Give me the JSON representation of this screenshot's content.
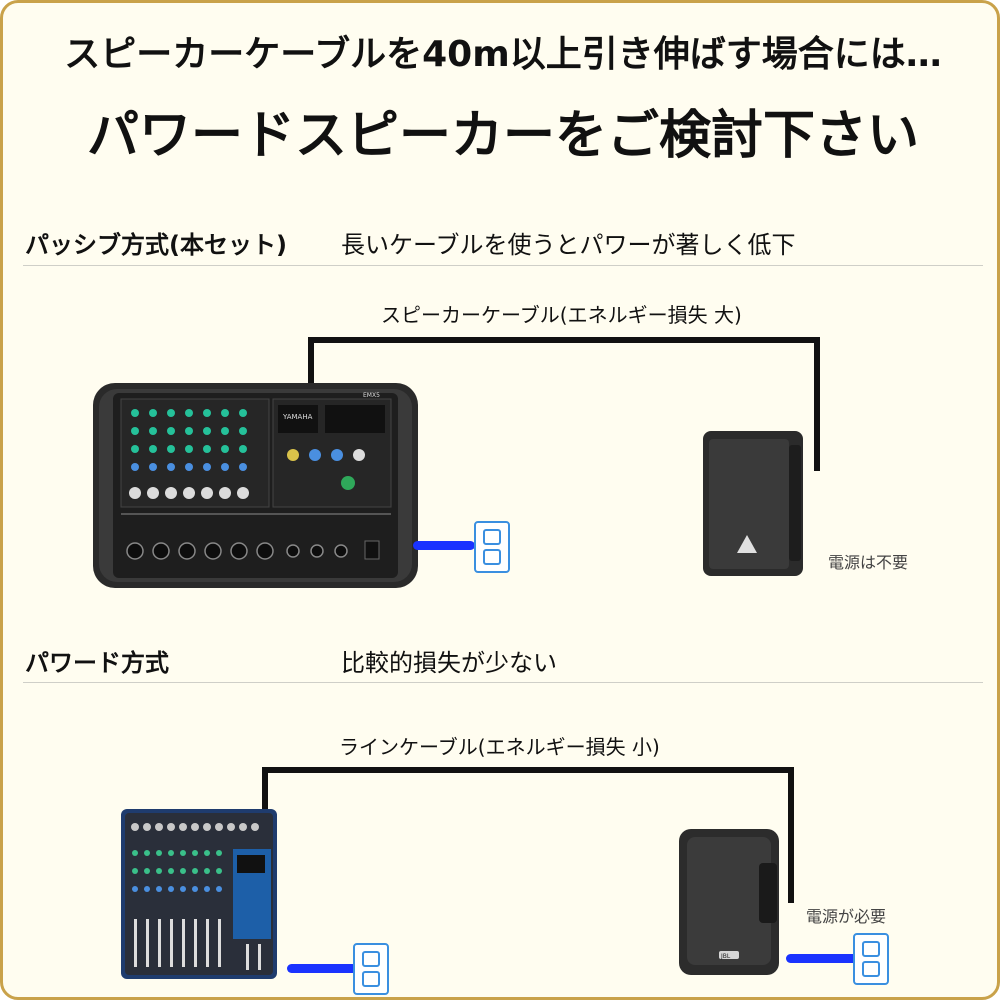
{
  "header": {
    "line1": "スピーカーケーブルを40m以上引き伸ばす場合には…",
    "line2": "パワードスピーカーをご検討下さい"
  },
  "passive": {
    "title": "パッシブ方式(本セット)",
    "description": "長いケーブルを使うとパワーが著しく低下",
    "cable_label": "スピーカーケーブル(エネルギー損失 大)",
    "speaker_note": "電源は不要",
    "mixer_brand": "YAMAHA",
    "mixer_model": "EMX5"
  },
  "powered": {
    "title": "パワード方式",
    "description": "比較的損失が少ない",
    "cable_label": "ラインケーブル(エネルギー損失 小)",
    "speaker_note": "電源が必要",
    "speaker_brand": "JBL"
  },
  "colors": {
    "frame_border": "#c9a24a",
    "background": "#fffdf0",
    "power_cord": "#1a33ff",
    "outlet": "#3a8fe0"
  }
}
